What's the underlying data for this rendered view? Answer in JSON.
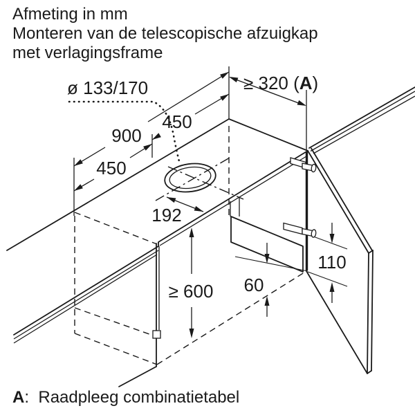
{
  "title": {
    "line1": "Afmeting in mm",
    "line2": "Monteren van de telescopische afzuigkap",
    "line3": "met verlagingsframe"
  },
  "dims": {
    "duct_diameter": "ø 133/170",
    "min_depth_prefix": "≥ 320 (",
    "min_depth_key": "A",
    "min_depth_suffix": ")",
    "width_total": "900",
    "width_left_half": "450",
    "width_right_half": "450",
    "hole_center_to_front": "192",
    "hinge_offset": "110",
    "min_height_below": "≥ 600",
    "frame_overlap": "60"
  },
  "footnote": {
    "key": "A",
    "colon": ":",
    "text": "Raadpleeg combinatietabel"
  },
  "colors": {
    "line": "#1a1a1a",
    "background": "#ffffff"
  }
}
